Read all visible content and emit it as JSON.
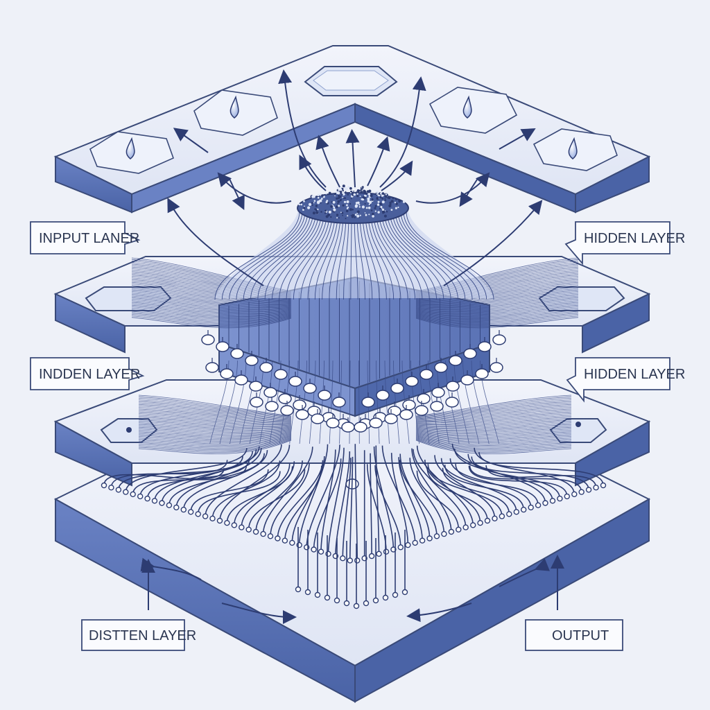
{
  "labels": {
    "top_left": "INPPUT LANER",
    "top_right": "HIDDEN LAYER",
    "mid_left": "INDDEN LAYER",
    "mid_right": "HIDDEN LAYER",
    "bottom_left": "DISTTEN LAYER",
    "bottom_right": "OUTPUT"
  },
  "colors": {
    "background": "#eef1f8",
    "slab_top": "#e3e8f6",
    "slab_side": "#5b74b8",
    "slab_side_dark": "#435d9f",
    "line": "#2d3c72",
    "fiber": "#3b4d8a",
    "node_fill": "#ffffff",
    "callout_border": "#3a4a78"
  },
  "icons": [
    "droplet-icon",
    "droplet-icon",
    "droplet-icon",
    "button-pad-icon",
    "node-pad-icon"
  ]
}
